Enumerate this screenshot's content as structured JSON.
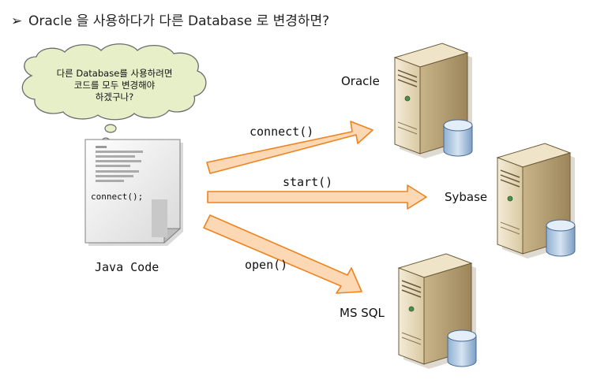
{
  "heading": {
    "bullet": "➢",
    "text": "Oracle 을 사용하다가 다른 Database 로 변경하면?"
  },
  "thought": {
    "lines": [
      "다른 Database를 사용하려면",
      "코드를 모두 변경해야",
      "하겠구나?"
    ]
  },
  "document": {
    "code": "connect();",
    "label": "Java Code"
  },
  "calls": [
    {
      "method": "connect()",
      "target": "Oracle"
    },
    {
      "method": "start()",
      "target": "Sybase"
    },
    {
      "method": "open()",
      "target": "MS SQL"
    }
  ],
  "colors": {
    "arrow_fill": "#fdd8b5",
    "arrow_stroke": "#f0821e",
    "cloud_fill": "#e6efc8",
    "server_body": "#e8dcc0",
    "db_cylinder": "#a9c4de"
  },
  "icons": [
    "document-icon",
    "thought-cloud-icon",
    "server-icon",
    "database-icon"
  ]
}
